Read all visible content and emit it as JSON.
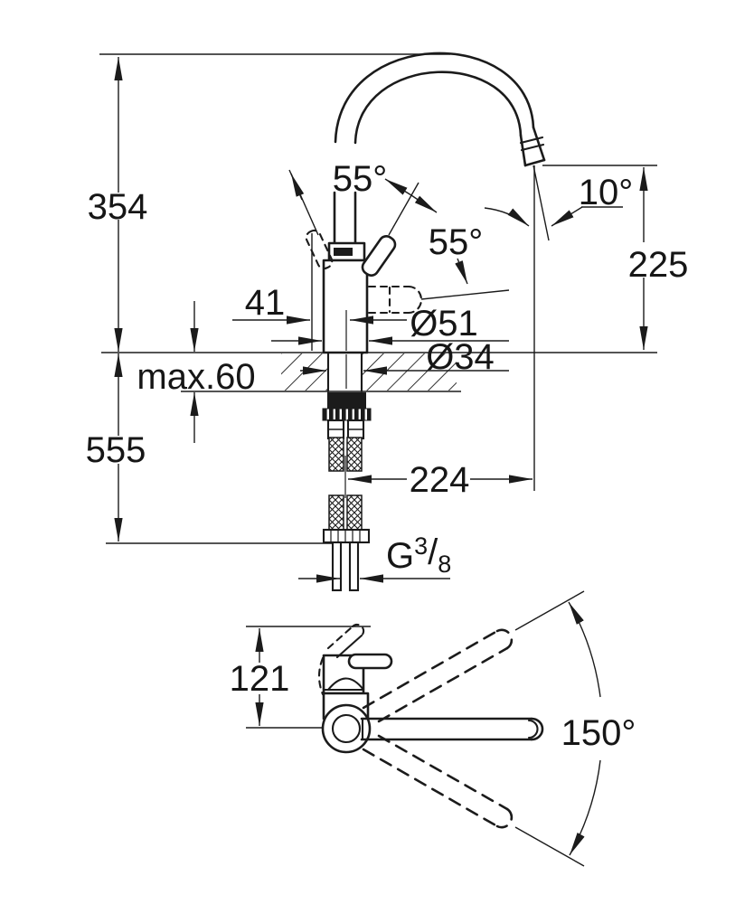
{
  "colors": {
    "line": "#1b1b1b",
    "background": "#ffffff"
  },
  "side_view": {
    "height_above_deck": "354",
    "handle_angle_top": "55°",
    "handle_angle_side": "55°",
    "spout_tilt_angle": "10°",
    "spout_outlet_height": "225",
    "handle_to_center_offset": "41",
    "body_diameter": "Ø51",
    "mounting_hole_diameter": "Ø34",
    "max_deck_thickness": "max.60",
    "height_below_deck": "555",
    "spout_reach": "224",
    "thread": {
      "prefix": "G",
      "numerator": "3",
      "slash": "/",
      "denominator": "8"
    }
  },
  "top_view": {
    "deck_to_spout_axis": "121",
    "swivel_angle": "150°"
  }
}
